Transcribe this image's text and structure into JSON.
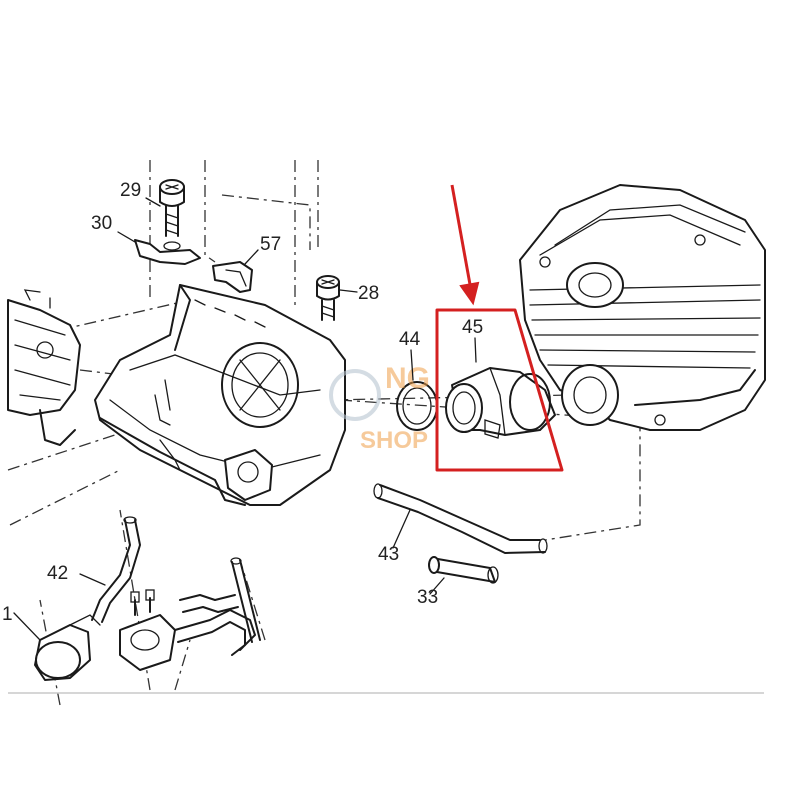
{
  "labels": {
    "p29": "29",
    "p30": "30",
    "p57": "57",
    "p28": "28",
    "p44": "44",
    "p45": "45",
    "p43": "43",
    "p42": "42",
    "p33": "33",
    "p1": "1"
  },
  "watermark": {
    "line1": "NG",
    "line2": "SHOP"
  },
  "colors": {
    "highlight": "#d42020",
    "line": "#1a1a1a",
    "watermark": "#f0a04a"
  }
}
